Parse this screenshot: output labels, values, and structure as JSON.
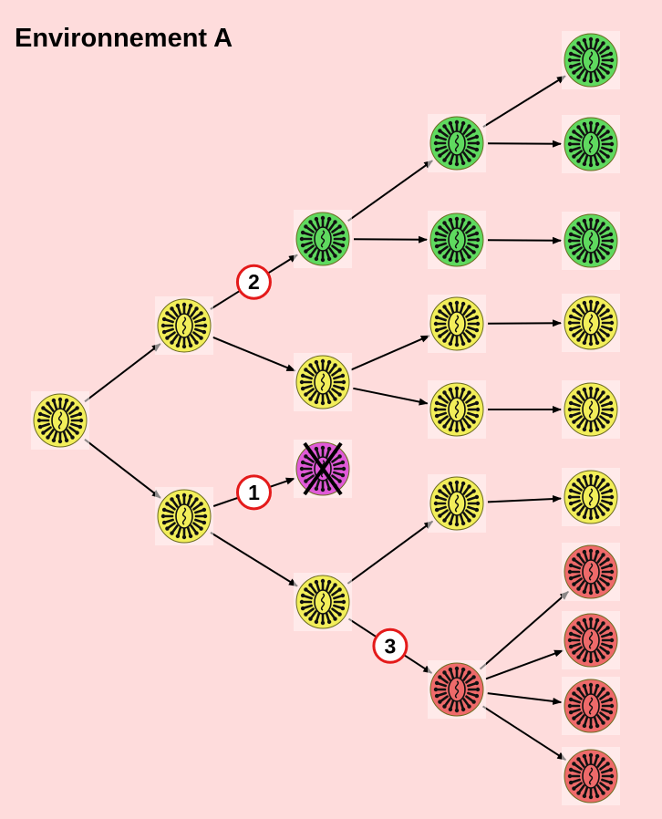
{
  "title": "Environnement A",
  "colors": {
    "background": "#fedcdc",
    "yellow": "#f2ee5a",
    "green": "#5fd95f",
    "red": "#ee6a6a",
    "purple": "#e05ad8",
    "marker_ring": "#e41a1a",
    "ink": "#000000"
  },
  "icon": "bacterium-icon",
  "nodes": [
    {
      "id": "root",
      "color": "yellow"
    },
    {
      "id": "g1-top",
      "color": "yellow"
    },
    {
      "id": "g1-bottom",
      "color": "yellow"
    },
    {
      "id": "g2-green",
      "color": "green"
    },
    {
      "id": "g2-yellow-upper",
      "color": "yellow"
    },
    {
      "id": "g2-purple-dead",
      "color": "purple",
      "dead": true
    },
    {
      "id": "g2-yellow-lower",
      "color": "yellow"
    },
    {
      "id": "g3-green-a",
      "color": "green"
    },
    {
      "id": "g3-green-b",
      "color": "green"
    },
    {
      "id": "g3-yellow-a",
      "color": "yellow"
    },
    {
      "id": "g3-yellow-b",
      "color": "yellow"
    },
    {
      "id": "g3-yellow-c",
      "color": "yellow"
    },
    {
      "id": "g3-red",
      "color": "red"
    },
    {
      "id": "g4-green-1",
      "color": "green"
    },
    {
      "id": "g4-green-2",
      "color": "green"
    },
    {
      "id": "g4-green-3",
      "color": "green"
    },
    {
      "id": "g4-yellow-1",
      "color": "yellow"
    },
    {
      "id": "g4-yellow-2",
      "color": "yellow"
    },
    {
      "id": "g4-yellow-3",
      "color": "yellow"
    },
    {
      "id": "g4-red-1",
      "color": "red"
    },
    {
      "id": "g4-red-2",
      "color": "red"
    },
    {
      "id": "g4-red-3",
      "color": "red"
    },
    {
      "id": "g4-red-4",
      "color": "red"
    }
  ],
  "edges": [
    {
      "from": "root",
      "to": "g1-top"
    },
    {
      "from": "root",
      "to": "g1-bottom"
    },
    {
      "from": "g1-top",
      "to": "g2-green",
      "marker": "2"
    },
    {
      "from": "g1-top",
      "to": "g2-yellow-upper"
    },
    {
      "from": "g1-bottom",
      "to": "g2-purple-dead",
      "marker": "1"
    },
    {
      "from": "g1-bottom",
      "to": "g2-yellow-lower"
    },
    {
      "from": "g2-green",
      "to": "g3-green-a"
    },
    {
      "from": "g2-green",
      "to": "g3-green-b"
    },
    {
      "from": "g2-yellow-upper",
      "to": "g3-yellow-a"
    },
    {
      "from": "g2-yellow-upper",
      "to": "g3-yellow-b"
    },
    {
      "from": "g2-yellow-lower",
      "to": "g3-yellow-c"
    },
    {
      "from": "g2-yellow-lower",
      "to": "g3-red",
      "marker": "3"
    },
    {
      "from": "g3-green-a",
      "to": "g4-green-1"
    },
    {
      "from": "g3-green-a",
      "to": "g4-green-2"
    },
    {
      "from": "g3-green-b",
      "to": "g4-green-3"
    },
    {
      "from": "g3-yellow-a",
      "to": "g4-yellow-1"
    },
    {
      "from": "g3-yellow-b",
      "to": "g4-yellow-2"
    },
    {
      "from": "g3-yellow-c",
      "to": "g4-yellow-3"
    },
    {
      "from": "g3-red",
      "to": "g4-red-1"
    },
    {
      "from": "g3-red",
      "to": "g4-red-2"
    },
    {
      "from": "g3-red",
      "to": "g4-red-3"
    },
    {
      "from": "g3-red",
      "to": "g4-red-4"
    }
  ]
}
